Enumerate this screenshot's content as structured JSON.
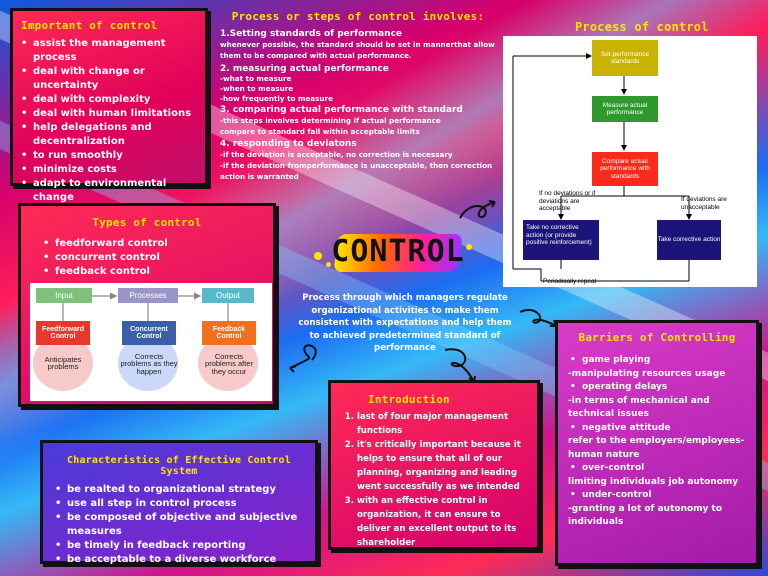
{
  "important": {
    "title": "Important of control",
    "items": [
      "assist the management process",
      "deal with change or uncertainty",
      "deal with complexity",
      "deal with human limitations",
      "help delegations and decentralization",
      " to run smoothly",
      "minimize costs",
      "adapt to environmental change"
    ]
  },
  "steps": {
    "title": "Process or steps of control involves:",
    "s1_head": "1.Setting standards of performance",
    "s1_body": "whenever possible, the standard should be set in mannerthat allow them to be compared with actual performance.",
    "s2_head": "2.  measuring actual performance",
    "s2_l1": "-what to measure",
    "s2_l2": "-when to measure",
    "s2_l3": "-how frequently to measure",
    "s3_head": "3. comparing actual performance with standard",
    "s3_l1": "-this steps involves determining if actual performance",
    "s3_l2": "compare to standard fall within  acceptable limits",
    "s4_head": "4. responding to deviatons",
    "s4_l1": "-if the deviation is acceptable, no correction is necessary",
    "s4_l2": "-if the deviation fromperformance is unacceptable, then correction action is warranted"
  },
  "process": {
    "title": "Process of control",
    "set": "Set performance standards",
    "measure": "Measure actual performance",
    "compare": "Compare actual performance with standards",
    "no_dev": "If no deviations or if deviations are acceptable",
    "dev": "If deviations are unacceptable",
    "take_no": "Take no corrective action (or provide positive reinforcement)",
    "take": "Take corrective action",
    "repeat": "Periodically repeat"
  },
  "center": {
    "word": "CONTROL",
    "definition": "Process through which managers regulate organizational activities to make them consistent with expectations and help them to achieved predetermined standard of performance"
  },
  "types": {
    "title": "Types of control",
    "items": [
      "feedforward control",
      "concurrent control",
      "feedback control"
    ],
    "diagram": {
      "input": "Input",
      "processes": "Processes",
      "output": "Output",
      "ff": "Feedforward Control",
      "cc": "Concurrent Control",
      "fb": "Feedback Control",
      "ff_desc": "Anticipates problems",
      "cc_desc": "Corrects problems as they happen",
      "fb_desc": "Corrects problems after they occur"
    }
  },
  "barriers": {
    "title": "Barriers of Controlling",
    "lines": [
      {
        "bullet": true,
        "text": "game playing"
      },
      {
        "bullet": false,
        "text": "-manipulating resources usage"
      },
      {
        "bullet": true,
        "text": "operating delays"
      },
      {
        "bullet": false,
        "text": "-in terms of mechanical and technical issues"
      },
      {
        "bullet": true,
        "text": "negative attitude"
      },
      {
        "bullet": false,
        "text": "refer to the employers/employees-human nature"
      },
      {
        "bullet": true,
        "text": "over-control"
      },
      {
        "bullet": false,
        "text": "limiting individuals job autonomy"
      },
      {
        "bullet": true,
        "text": "under-control"
      },
      {
        "bullet": false,
        "text": "-granting a lot of autonomy to individuals"
      }
    ]
  },
  "intro": {
    "title": "Introduction",
    "items": [
      "last of four major management functions",
      "it's critically important because it helps to ensure that all of our planning, organizing and leading went successfully as we intended",
      "with an effective control in organization, it can ensure to deliver an excellent output to its shareholder"
    ]
  },
  "characteristics": {
    "title": "Characteristics of Effective Control System",
    "items": [
      "be realted to organizational strategy",
      "use all step in control process",
      "be composed of objective and subjective measures",
      "be timely in feedback reporting",
      "be acceptable to a diverse workforce"
    ]
  },
  "colors": {
    "yellow_title": "#ffe400",
    "card_red": "#ff0a5b",
    "fc_yellow": "#c8b400",
    "fc_green": "#2e9a2e",
    "fc_red": "#ff2a1a",
    "fc_navy": "#1c1478"
  }
}
